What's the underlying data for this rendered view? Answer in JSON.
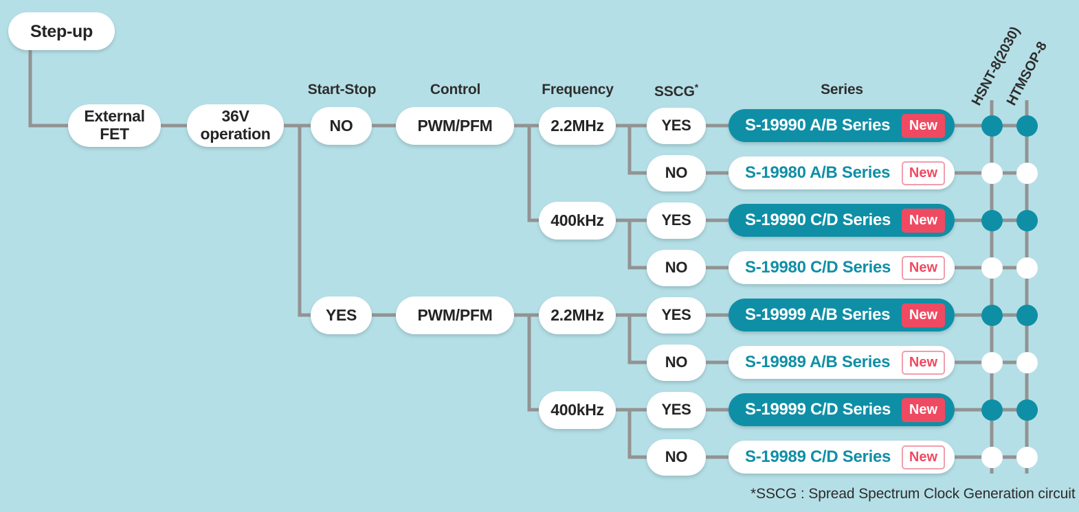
{
  "background_color": "#b5dfe6",
  "accent_color": "#0f8fa6",
  "badge_color": "#ef4a62",
  "line_color": "#939393",
  "root": {
    "label": "Step-up"
  },
  "stage1": {
    "label": "External\nFET"
  },
  "stage2": {
    "label": "36V\noperation"
  },
  "headers": [
    {
      "label": "Start-Stop"
    },
    {
      "label": "Control"
    },
    {
      "label": "Frequency"
    },
    {
      "label": "SSCG",
      "star": "*"
    },
    {
      "label": "Series"
    }
  ],
  "start_stop": [
    {
      "label": "NO"
    },
    {
      "label": "YES"
    }
  ],
  "control": [
    {
      "label": "PWM/PFM"
    },
    {
      "label": "PWM/PFM"
    }
  ],
  "frequency": [
    {
      "label": "2.2MHz"
    },
    {
      "label": "400kHz"
    },
    {
      "label": "2.2MHz"
    },
    {
      "label": "400kHz"
    }
  ],
  "sscg": [
    {
      "label": "YES"
    },
    {
      "label": "NO"
    },
    {
      "label": "YES"
    },
    {
      "label": "NO"
    },
    {
      "label": "YES"
    },
    {
      "label": "NO"
    },
    {
      "label": "YES"
    },
    {
      "label": "NO"
    }
  ],
  "series_rows": [
    {
      "name": "S-19990 A/B Series",
      "badge": "New",
      "style": "filled",
      "hsnt": "on",
      "htmsop": "on"
    },
    {
      "name": "S-19980 A/B Series",
      "badge": "New",
      "style": "plain",
      "hsnt": "off",
      "htmsop": "off"
    },
    {
      "name": "S-19990 C/D Series",
      "badge": "New",
      "style": "filled",
      "hsnt": "on",
      "htmsop": "on"
    },
    {
      "name": "S-19980 C/D Series",
      "badge": "New",
      "style": "plain",
      "hsnt": "off",
      "htmsop": "off"
    },
    {
      "name": "S-19999 A/B Series",
      "badge": "New",
      "style": "filled",
      "hsnt": "on",
      "htmsop": "on"
    },
    {
      "name": "S-19989 A/B Series",
      "badge": "New",
      "style": "plain",
      "hsnt": "off",
      "htmsop": "off"
    },
    {
      "name": "S-19999 C/D Series",
      "badge": "New",
      "style": "filled",
      "hsnt": "on",
      "htmsop": "on"
    },
    {
      "name": "S-19989 C/D Series",
      "badge": "New",
      "style": "plain",
      "hsnt": "off",
      "htmsop": "off"
    }
  ],
  "packages": [
    {
      "label": "HSNT-8(2030)"
    },
    {
      "label": "HTMSOP-8"
    }
  ],
  "footnote": {
    "text": "*SSCG : Spread Spectrum Clock Generation circuit"
  }
}
